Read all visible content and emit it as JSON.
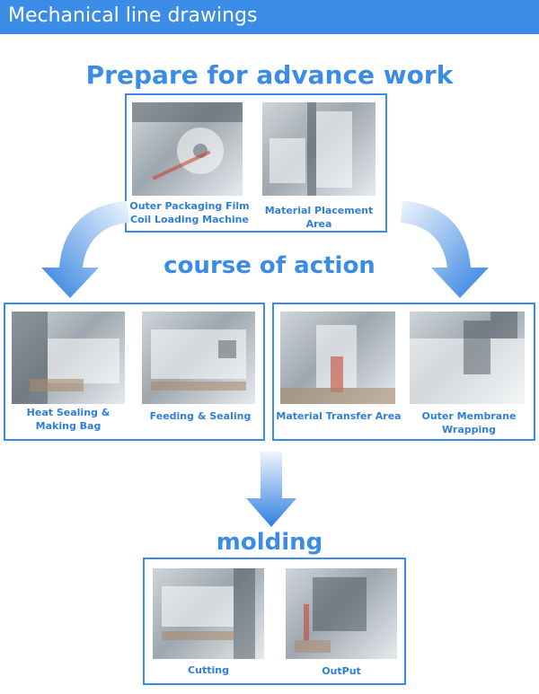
{
  "header": {
    "title": "Mechanical line drawings"
  },
  "colors": {
    "accent": "#3b8ce6",
    "caption": "#2f7fd8",
    "arrow_light": "#eef5fd",
    "arrow_dark": "#2f7fe0"
  },
  "sections": {
    "prepare": {
      "heading": "Prepare for advance work",
      "items": [
        {
          "label": "Outer Packaging Film\nCoil Loading Machine",
          "image": "film-coil-roll-photo"
        },
        {
          "label": "Material Placement Area",
          "image": "material-placement-photo"
        }
      ]
    },
    "course": {
      "heading": "course of action",
      "left_items": [
        {
          "label": "Heat Sealing &\nMaking Bag",
          "image": "heat-sealing-photo"
        },
        {
          "label": "Feeding & Sealing",
          "image": "feeding-sealing-photo"
        }
      ],
      "right_items": [
        {
          "label": "Material Transfer Area",
          "image": "material-transfer-photo"
        },
        {
          "label": "Outer Membrane\nWrapping",
          "image": "membrane-wrapping-photo"
        }
      ]
    },
    "molding": {
      "heading": "molding",
      "items": [
        {
          "label": "Cutting",
          "image": "cutting-photo"
        },
        {
          "label": "OutPut",
          "image": "output-photo"
        }
      ]
    }
  }
}
